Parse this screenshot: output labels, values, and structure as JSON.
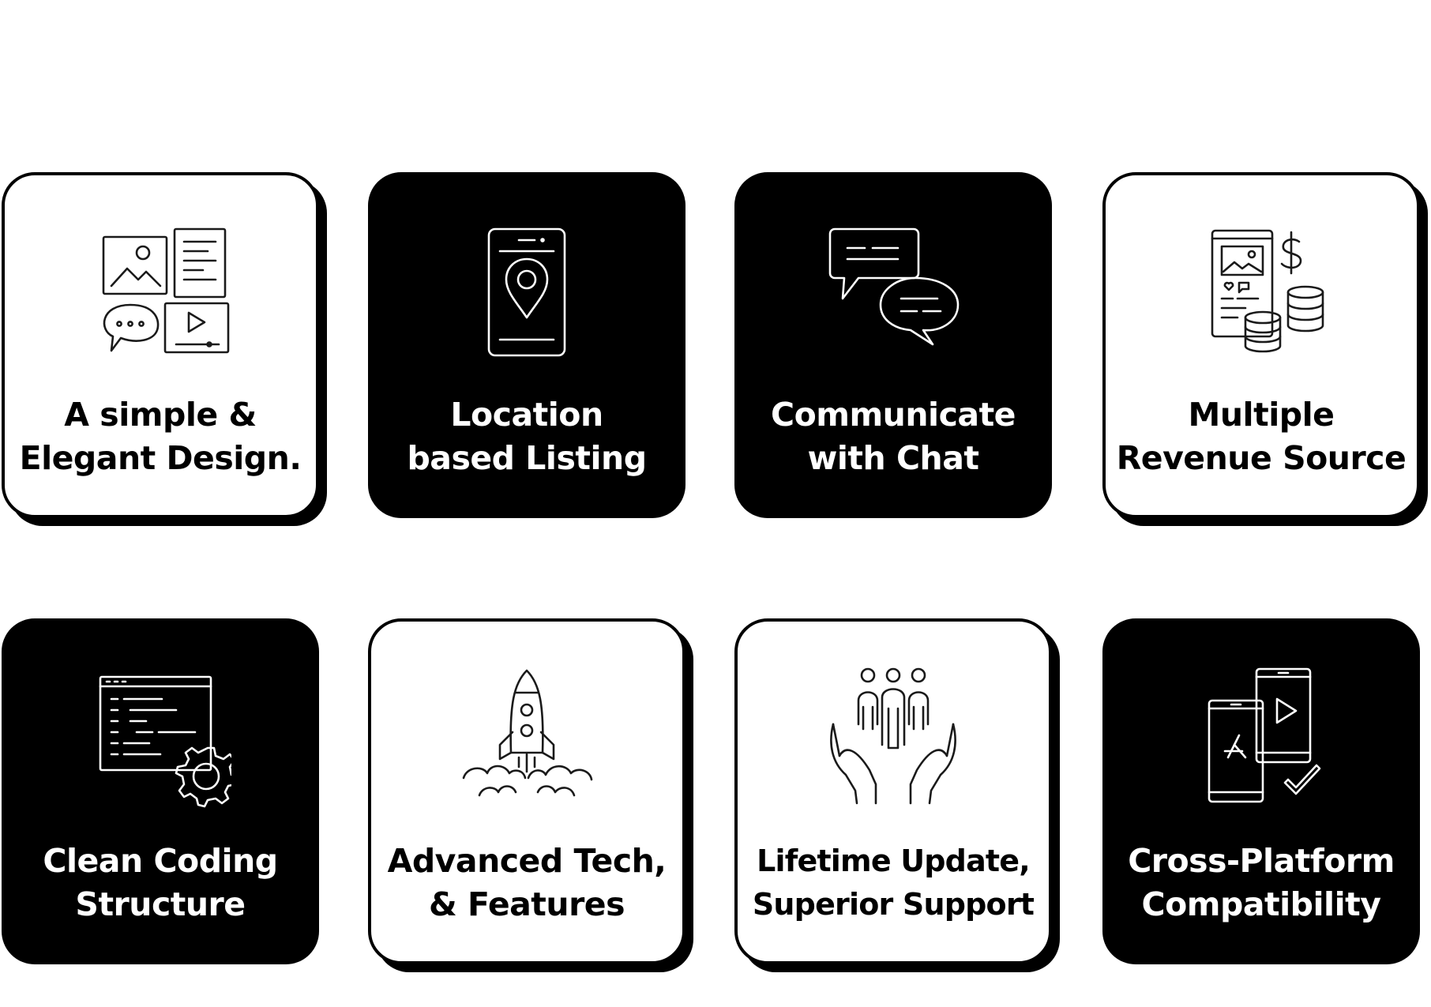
{
  "features": [
    {
      "icon": "media-content-icon",
      "theme": "light",
      "lines": [
        "A simple &",
        "Elegant Design."
      ]
    },
    {
      "icon": "phone-location-icon",
      "theme": "dark",
      "lines": [
        "Location",
        "based Listing"
      ]
    },
    {
      "icon": "chat-bubbles-icon",
      "theme": "dark",
      "lines": [
        "Communicate",
        "with Chat"
      ]
    },
    {
      "icon": "revenue-coins-icon",
      "theme": "light",
      "lines": [
        "Multiple",
        "Revenue Source"
      ]
    },
    {
      "icon": "code-gear-icon",
      "theme": "dark",
      "lines": [
        "Clean Coding",
        "Structure"
      ]
    },
    {
      "icon": "rocket-launch-icon",
      "theme": "light",
      "lines": [
        "Advanced Tech,",
        "& Features"
      ]
    },
    {
      "icon": "people-hands-icon",
      "theme": "light",
      "lines": [
        "Lifetime Update,",
        "Superior Support"
      ]
    },
    {
      "icon": "cross-platform-icon",
      "theme": "dark",
      "lines": [
        "Cross-Platform",
        "Compatibility"
      ]
    }
  ],
  "colors": {
    "black": "#000000",
    "white": "#ffffff"
  }
}
